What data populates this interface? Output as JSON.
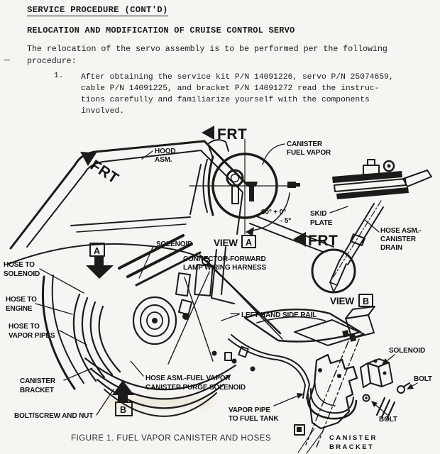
{
  "document": {
    "header": "SERVICE PROCEDURE (CONT'D)",
    "subheader": "RELOCATION AND MODIFICATION OF CRUISE CONTROL SERVO",
    "intro": [
      "The relocation of the servo assembly is to be performed per the following",
      "procedure:"
    ],
    "step1_number": "1.",
    "step1_lines": [
      "After obtaining the service kit P/N 14091226, servo P/N 25074659,",
      "cable P/N 14091225, and bracket P/N 14091272 read the instruc-",
      "tions carefully and familiarize yourself with the components",
      "involved."
    ]
  },
  "figure": {
    "caption": "FIGURE 1.  FUEL VAPOR CANISTER AND HOSES",
    "frt": "FRT",
    "view_word": "VIEW",
    "view_a_letter": "A",
    "view_b_letter": "B",
    "marker_a": "A",
    "marker_b": "B",
    "labels": {
      "hood_asm": [
        "HOOD",
        "ASM."
      ],
      "canister_fuel_vapor": [
        "CANISTER",
        "FUEL VAPOR"
      ],
      "angle": [
        "90° + 0°",
        "- 5°"
      ],
      "skid_plate": [
        "SKID",
        "PLATE"
      ],
      "hose_asm_canister_drain": [
        "HOSE ASM.-",
        "CANISTER",
        "DRAIN"
      ],
      "solenoid": "SOLENOID",
      "connector_forward": [
        "CONNECTOR-FORWARD",
        "LAMP WIRING HARNESS"
      ],
      "hose_to_solenoid": [
        "HOSE TO",
        "SOLENOID"
      ],
      "hose_to_engine": [
        "HOSE TO",
        "ENGINE"
      ],
      "hose_to_vapor_pipes": [
        "HOSE TO",
        "VAPOR PIPES"
      ],
      "left_hand_side_rail": "LEFT HAND SIDE RAIL",
      "canister_bracket_left": [
        "CANISTER",
        "BRACKET"
      ],
      "bolt_screw_and_nut": "BOLT/SCREW AND NUT",
      "hose_asm_fuel_vapor": [
        "HOSE ASM.-FUEL VAPOR",
        "CANISTER PURGE SOLENOID"
      ],
      "vapor_pipe_to_fuel_tank": [
        "VAPOR PIPE",
        "TO FUEL TANK"
      ],
      "solenoid_b": "SOLENOID",
      "bolt_upper": "BOLT",
      "bolt_lower": "BOLT",
      "canister_bracket_b": [
        "CANISTER",
        "BRACKET"
      ]
    },
    "colors": {
      "ink": "#1b1b1b",
      "paper": "#f6f5f1"
    }
  }
}
